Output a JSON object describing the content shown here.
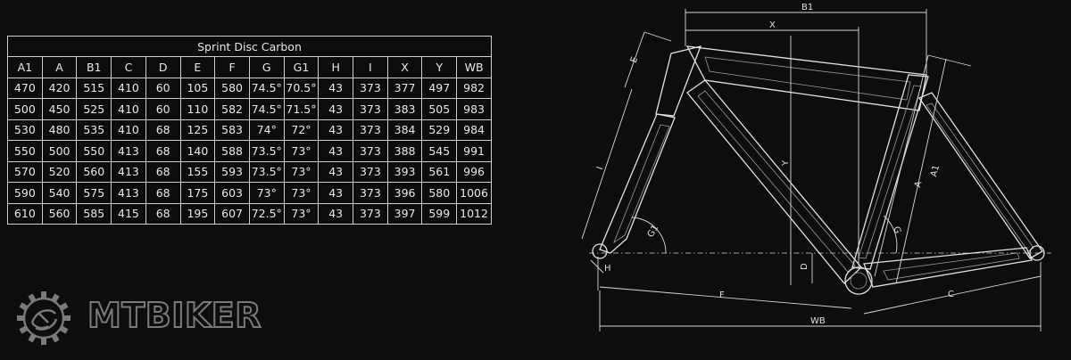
{
  "table": {
    "title": "Sprint Disc Carbon",
    "headers": [
      "A1",
      "A",
      "B1",
      "C",
      "D",
      "E",
      "F",
      "G",
      "G1",
      "H",
      "I",
      "X",
      "Y",
      "WB"
    ],
    "rows": [
      [
        "470",
        "420",
        "515",
        "410",
        "60",
        "105",
        "580",
        "74.5°",
        "70.5°",
        "43",
        "373",
        "377",
        "497",
        "982"
      ],
      [
        "500",
        "450",
        "525",
        "410",
        "60",
        "110",
        "582",
        "74.5°",
        "71.5°",
        "43",
        "373",
        "383",
        "505",
        "983"
      ],
      [
        "530",
        "480",
        "535",
        "410",
        "68",
        "125",
        "583",
        "74°",
        "72°",
        "43",
        "373",
        "384",
        "529",
        "984"
      ],
      [
        "550",
        "500",
        "550",
        "413",
        "68",
        "140",
        "588",
        "73.5°",
        "73°",
        "43",
        "373",
        "388",
        "545",
        "991"
      ],
      [
        "570",
        "520",
        "560",
        "413",
        "68",
        "155",
        "593",
        "73.5°",
        "73°",
        "43",
        "373",
        "393",
        "561",
        "996"
      ],
      [
        "590",
        "540",
        "575",
        "413",
        "68",
        "175",
        "603",
        "73°",
        "73°",
        "43",
        "373",
        "396",
        "580",
        "1006"
      ],
      [
        "610",
        "560",
        "585",
        "415",
        "68",
        "195",
        "607",
        "72.5°",
        "73°",
        "43",
        "373",
        "397",
        "599",
        "1012"
      ]
    ]
  },
  "logo": {
    "text": "MTBIKER",
    "icon": "gear-logo-icon",
    "color": "#7a7a7a"
  },
  "diagram": {
    "labels": {
      "b1": "B1",
      "x": "X",
      "e": "E",
      "y": "Y",
      "i": "I",
      "g1": "G1",
      "h": "H",
      "d": "D",
      "a": "A",
      "a1": "A1",
      "g": "G",
      "f": "F",
      "c": "C",
      "wb": "WB"
    },
    "line_color": "#e2e2e2"
  },
  "colors": {
    "background": "#0d0d0d",
    "text": "#e8e8e8",
    "grid": "#cfcfcf"
  }
}
